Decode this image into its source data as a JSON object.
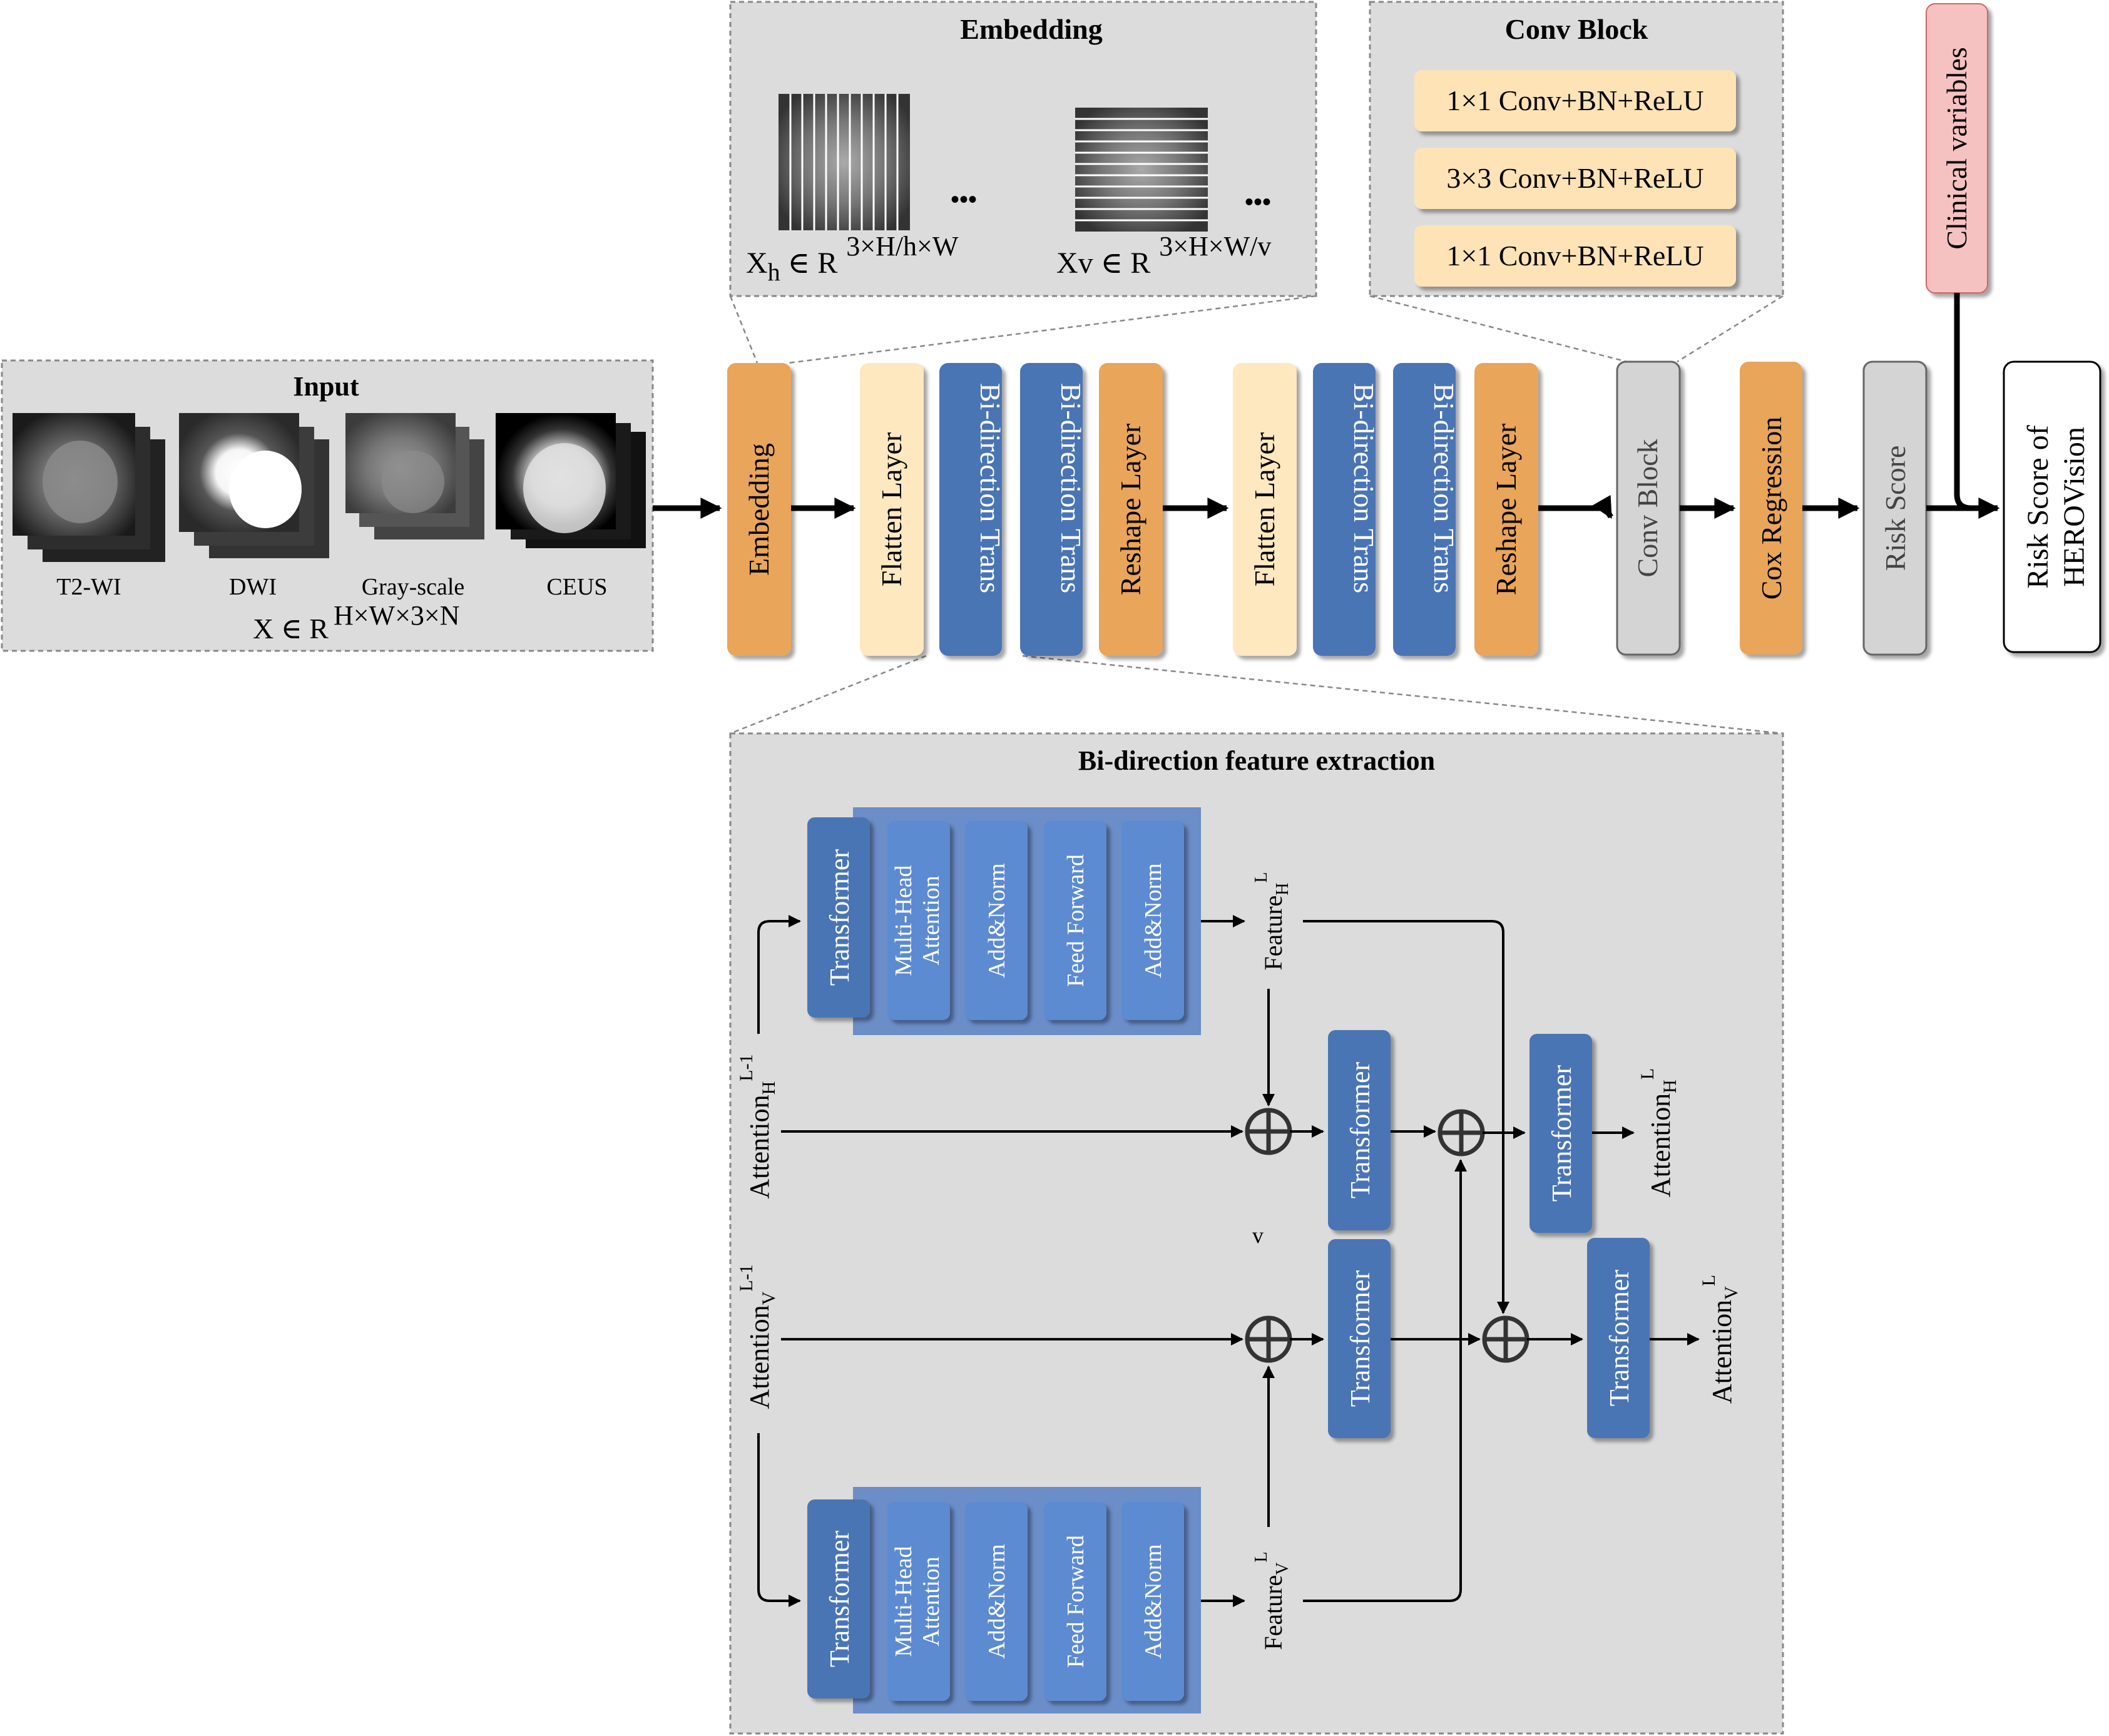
{
  "input_panel": {
    "title": "Input",
    "labels": [
      "T2-WI",
      "DWI",
      "Gray-scale",
      "CEUS"
    ],
    "formula_main": "X ∈ R",
    "formula_sup": "H×W×3×N"
  },
  "embedding_panel": {
    "title": "Embedding",
    "ellipsis": "•••",
    "xh_main": "X",
    "xh_sub": "h",
    "xh_rel": " ∈ R",
    "xh_sup": "3×H/h×W",
    "xv_main": "Xv ∈ R",
    "xv_sup": "3×H×W/v"
  },
  "conv_block_panel": {
    "title": "Conv Block",
    "layers": [
      "1×1 Conv+BN+ReLU",
      "3×3 Conv+BN+ReLU",
      "1×1 Conv+BN+ReLU"
    ]
  },
  "pipeline": {
    "embedding": "Embedding",
    "flatten": "Flatten Layer",
    "bidir_trans": "Bi-direction Trans",
    "reshape": "Reshape Layer",
    "conv_block": "Conv Block",
    "cox": "Cox Regression",
    "risk_score": "Risk Score",
    "clinical": "Clinical variables",
    "output_line1": "Risk Score of",
    "output_line2": "HEROVision"
  },
  "bidir_panel": {
    "title": "Bi-direction feature extraction",
    "transformer": "Transformer",
    "sublayers": [
      "Multi-Head Attention",
      "Add&Norm",
      "Feed Forward",
      "Add&Norm"
    ],
    "multihead_line1": "Multi-Head",
    "multihead_line2": "Attention",
    "feature_h": {
      "base": "Feature",
      "sub": "H",
      "sup": "L"
    },
    "feature_v": {
      "base": "Feature",
      "sub": "V",
      "sup": "L"
    },
    "attn_h_prev": {
      "base": "Attention",
      "sub": "H",
      "sup": "L-1"
    },
    "attn_v_prev": {
      "base": "Attention",
      "sub": "V",
      "sup": "L-1"
    },
    "attn_h_out": {
      "base": "Attention",
      "sub": "H",
      "sup": "L"
    },
    "attn_v_out": {
      "base": "Attention",
      "sub": "V",
      "sup": "L"
    },
    "stray_label": "v"
  },
  "colors": {
    "panel_fill": "#dcdcdc",
    "panel_border": "#888888",
    "orange": "#e9a55a",
    "light_yellow": "#fde8c0",
    "blue": "#4a74b5",
    "light_blue": "#5b8bd2",
    "gray_box": "#d4d4d4",
    "pink": "#f5c2c1",
    "conv_layer": "#fde3b6"
  }
}
